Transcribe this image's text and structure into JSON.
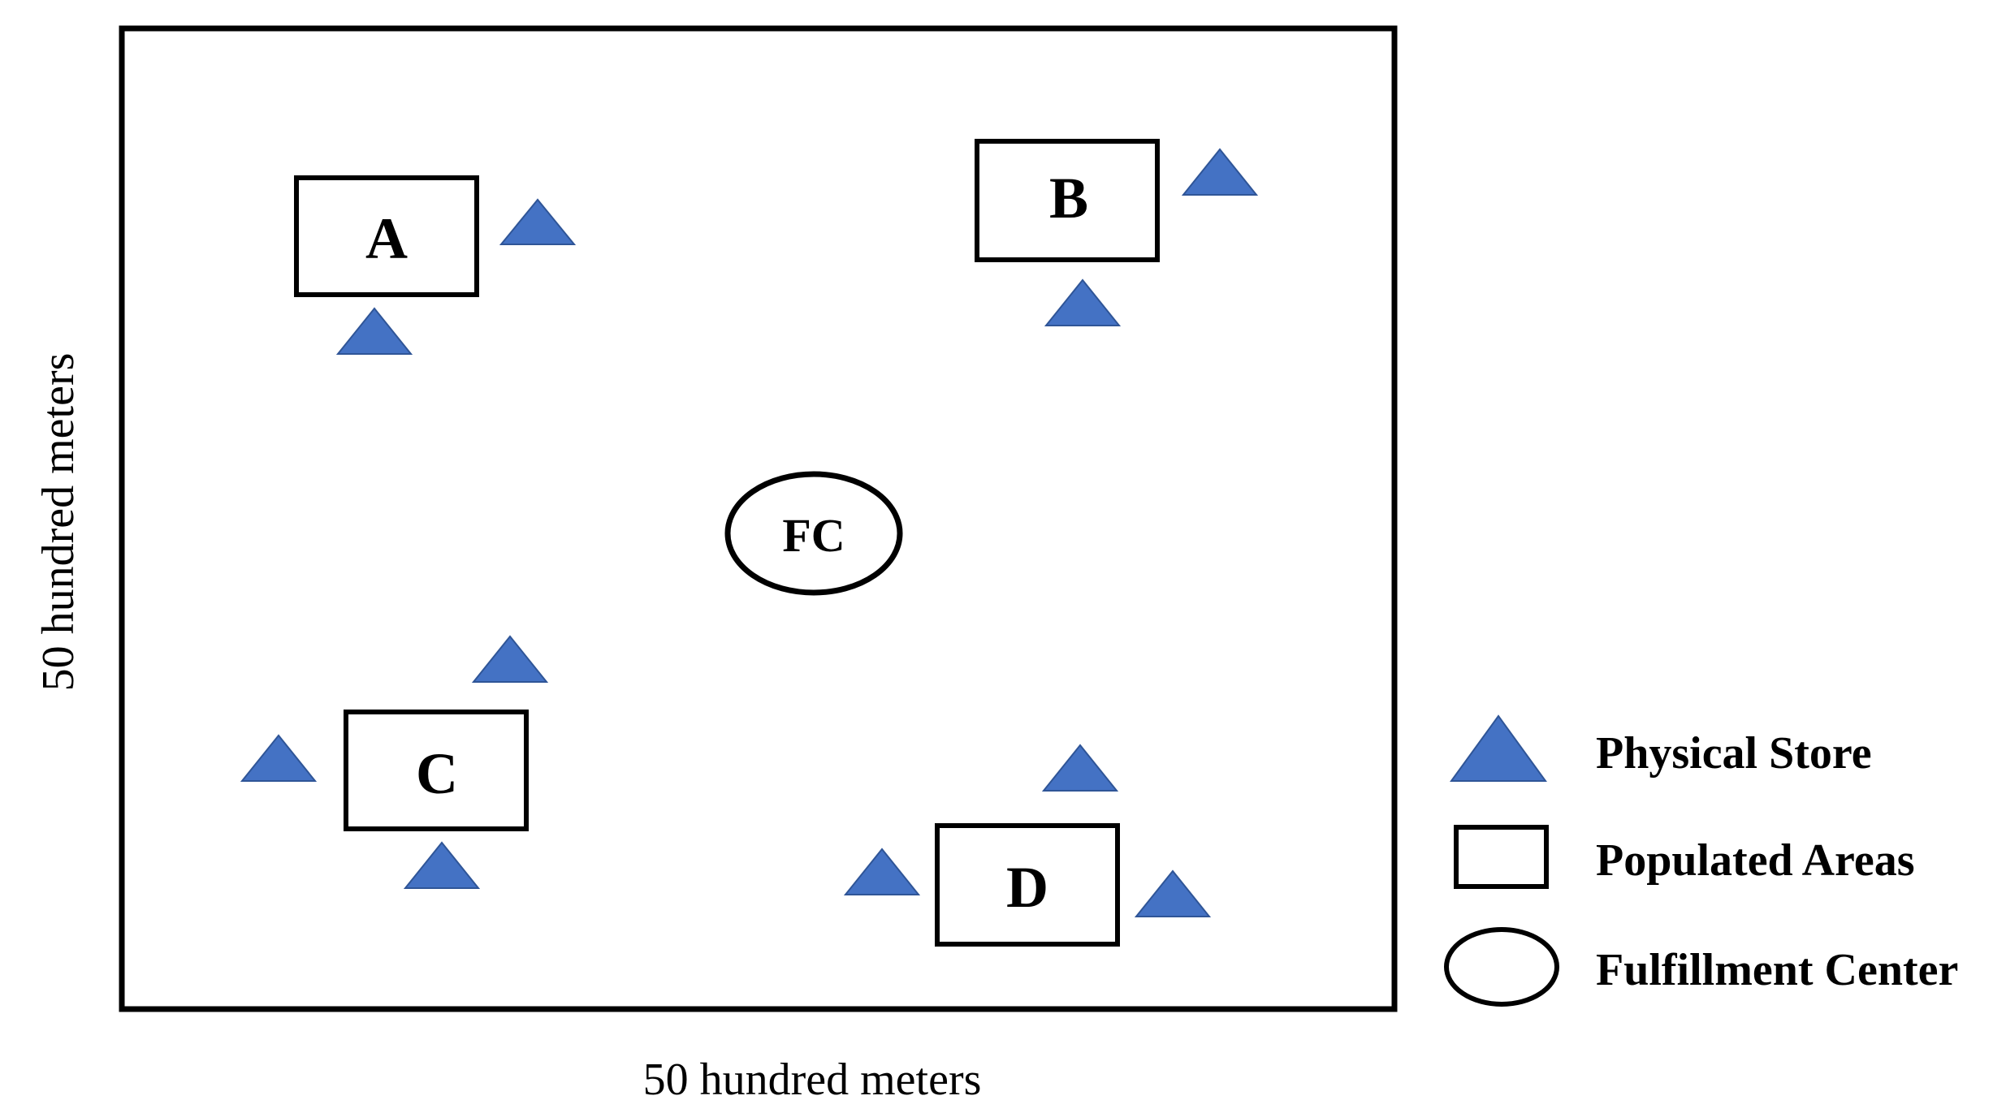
{
  "colors": {
    "store_fill": "#4472C4",
    "store_stroke": "#2F5597",
    "outline": "#000000",
    "background": "#FFFFFF"
  },
  "map": {
    "x_axis_label": "50 hundred meters",
    "y_axis_label": "50 hundred meters",
    "fulfillment_center_label": "FC",
    "areas": [
      {
        "id": "A",
        "label": "A"
      },
      {
        "id": "B",
        "label": "B"
      },
      {
        "id": "C",
        "label": "C"
      },
      {
        "id": "D",
        "label": "D"
      }
    ],
    "store_icon": "triangle",
    "area_icon": "rectangle",
    "fc_icon": "ellipse"
  },
  "legend": {
    "physical_store": "Physical Store",
    "populated_areas": "Populated Areas",
    "fulfillment_center": "Fulfillment Center"
  }
}
